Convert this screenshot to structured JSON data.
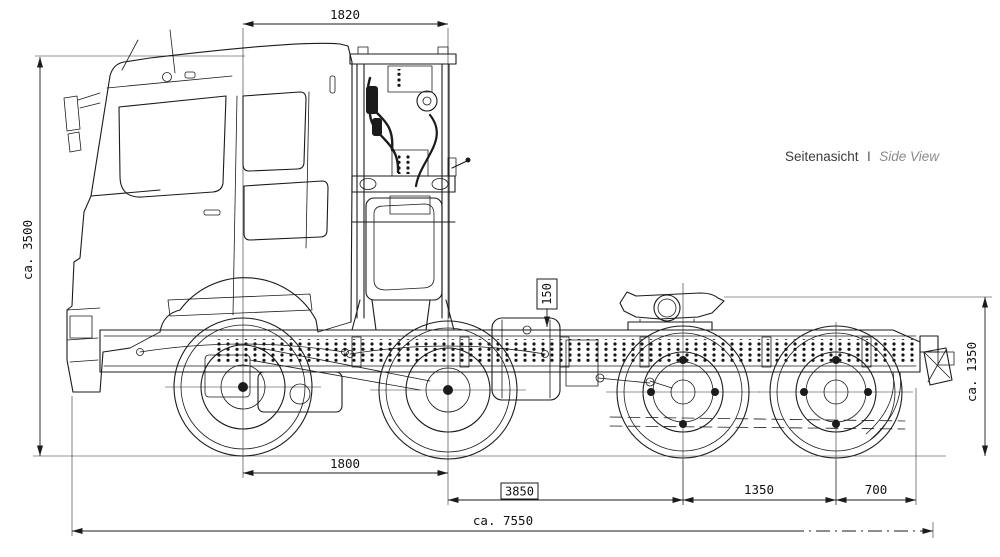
{
  "title": {
    "de": "Seitenasicht",
    "sep": "I",
    "en": "Side View"
  },
  "dimensions": {
    "top_axle1_axle2": "1820",
    "overall_height": "ca. 3500",
    "fifth_wheel_to_frame": "150",
    "fifth_wheel_height": "ca. 1350",
    "wheelbase_1_2": "1800",
    "wheelbase_2_3": "3850",
    "wheelbase_3_4": "1350",
    "axle4_to_frame_end": "700",
    "overall_length": "ca. 7550"
  },
  "colors": {
    "line": "#1b1b1b",
    "title_de": "#3c3c3c",
    "title_en": "#8a8a8a",
    "background": "#ffffff"
  }
}
